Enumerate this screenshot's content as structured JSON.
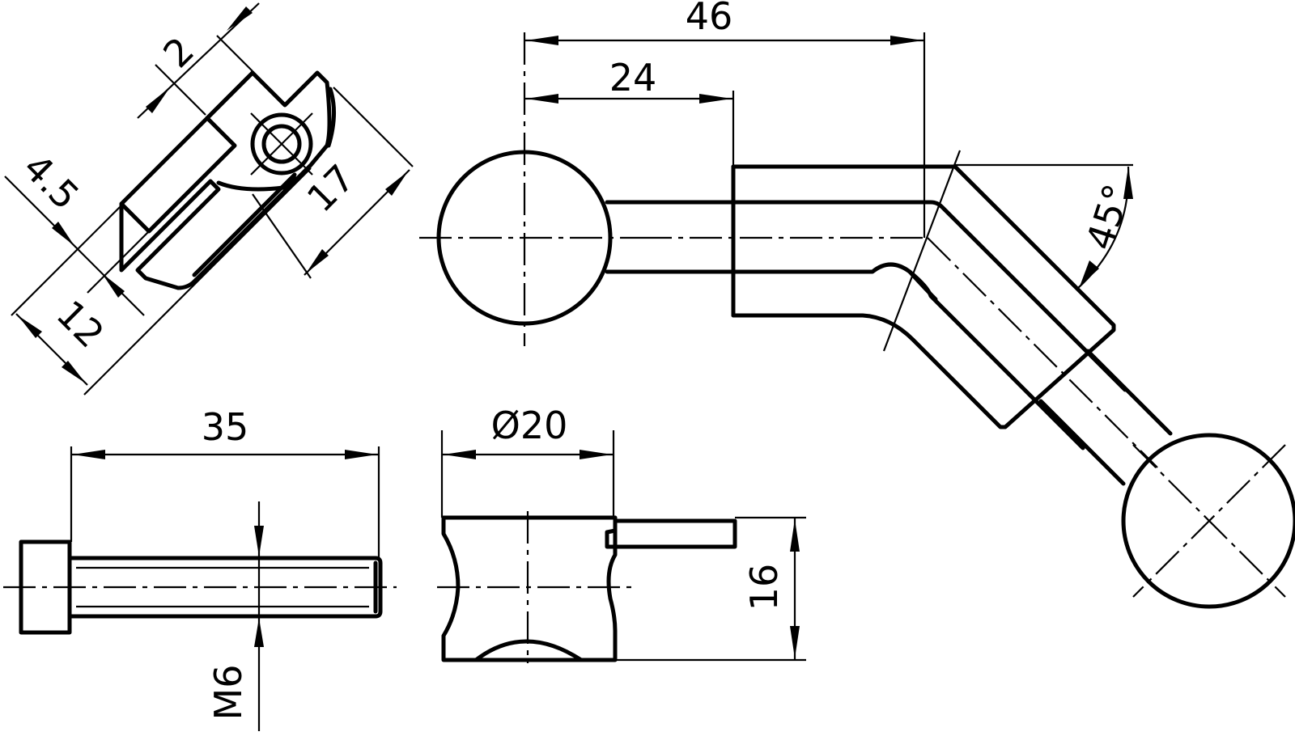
{
  "drawing": {
    "dimensions": {
      "top_overall": "46",
      "top_partial": "24",
      "angle": "45°",
      "screw_length": "35",
      "thread": "M6",
      "clamp_diameter": "Ø20",
      "clamp_height": "16",
      "iso_width_small": "2",
      "iso_offset": "4.5",
      "iso_length": "17",
      "iso_width": "12"
    },
    "colors": {
      "line": "#000000",
      "background": "#ffffff"
    }
  }
}
